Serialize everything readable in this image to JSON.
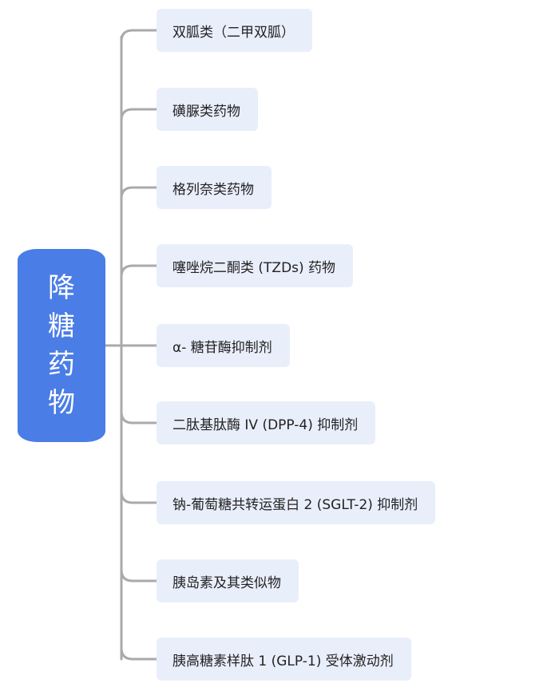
{
  "root": {
    "label": "降糖药物"
  },
  "branches": [
    {
      "label": "双胍类（二甲双胍）"
    },
    {
      "label": "磺脲类药物"
    },
    {
      "label": "格列奈类药物"
    },
    {
      "label": "噻唑烷二酮类 (TZDs) 药物"
    },
    {
      "label": "α- 糖苷酶抑制剂"
    },
    {
      "label": "二肽基肽酶 IV (DPP-4) 抑制剂"
    },
    {
      "label": "钠-葡萄糖共转运蛋白 2 (SGLT-2) 抑制剂"
    },
    {
      "label": "胰岛素及其类似物"
    },
    {
      "label": "胰高糖素样肽 1 (GLP-1) 受体激动剂"
    }
  ],
  "colors": {
    "root": "#4a7de6",
    "leaf": "#e9eefb",
    "connector": "#aaaaaa"
  }
}
